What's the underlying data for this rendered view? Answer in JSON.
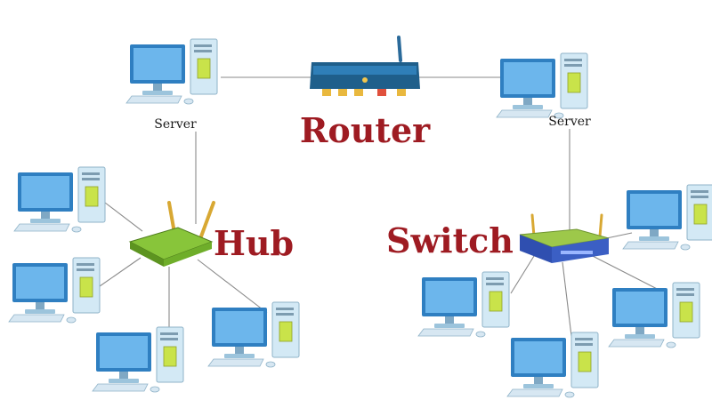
{
  "labels": {
    "router": "Router",
    "hub": "Hub",
    "switch": "Switch",
    "server_left": "Server",
    "server_right": "Server"
  },
  "colors": {
    "title_red": "#9e1b22",
    "line": "#8a8a8a",
    "monitor": "#5aa9e6",
    "tower": "#cfe6f3",
    "router_body": "#1f5f8b",
    "hub_body": "#6fae2a",
    "switch_body": "#3b5fc4"
  },
  "icons": {
    "computer": "desktop-computer-icon",
    "router": "router-icon",
    "hub": "hub-icon",
    "switch": "switch-icon"
  }
}
